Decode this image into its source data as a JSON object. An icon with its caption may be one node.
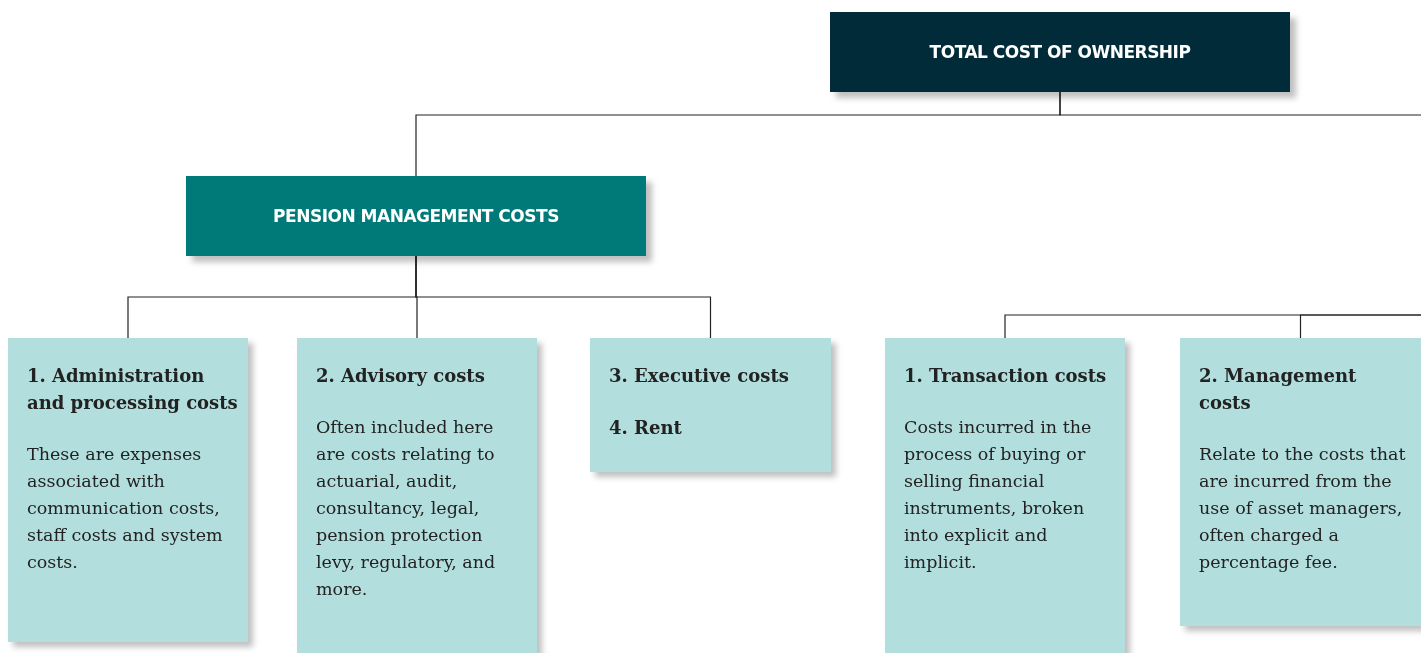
{
  "diagram": {
    "nodes": [
      {
        "text": [
          "TOTAL COST OF OWNERSHIP"
        ]
      },
      {
        "text": [
          "PENSION MANAGEMENT COSTS"
        ]
      },
      {
        "text": [
          "1. Administration and processing costs",
          "These are expenses associated with communication costs, staff costs and system costs."
        ]
      },
      {
        "text": [
          "2. Advisory costs",
          "Often included here are costs relating to actuarial, audit, consultancy, legal, pension protection levy, regulatory, and more."
        ]
      },
      {
        "text": [
          "3. Executive costs",
          "4. Rent"
        ]
      },
      {
        "text": [
          "1. Transaction costs",
          "Costs incurred in the process of buying or selling financial instruments, broken into explicit and implicit."
        ]
      },
      {
        "text": [
          "2. Management costs",
          "Relate to the costs that are incurred from the use of asset managers, often charged a percentage fee."
        ]
      }
    ],
    "edges": [
      {
        "from": 0,
        "to": 1,
        "arrow": "none"
      },
      {
        "from": 0,
        "to": null,
        "arrow": "none"
      },
      {
        "from": 1,
        "to": 2,
        "arrow": "none"
      },
      {
        "from": 1,
        "to": 3,
        "arrow": "none"
      },
      {
        "from": 1,
        "to": 4,
        "arrow": "none"
      },
      {
        "from": null,
        "to": 5,
        "arrow": "none"
      },
      {
        "from": null,
        "to": 6,
        "arrow": "none"
      }
    ]
  }
}
